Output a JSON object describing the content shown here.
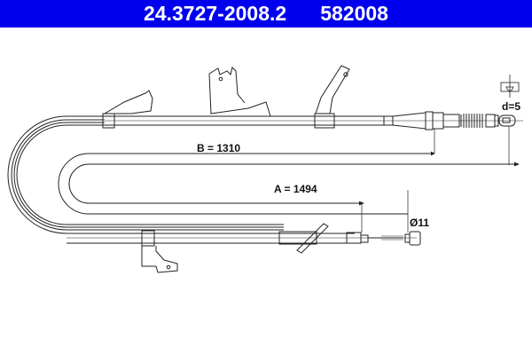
{
  "header": {
    "part_number": "24.3727-2008.2",
    "ref_number": "582008",
    "background_color": "#0000ee",
    "text_color": "#ffffff"
  },
  "drawing": {
    "dimension_b": "B = 1310",
    "dimension_a": "A = 1494",
    "end_fitting_d": "d=5",
    "end_fitting_diameter": "Ø11",
    "line_color": "#222222"
  }
}
